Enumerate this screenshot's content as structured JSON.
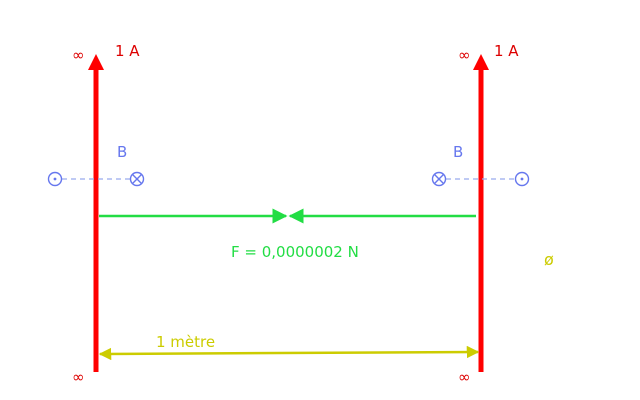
{
  "labels": {
    "current_left": "1 A",
    "current_right": "1 A",
    "infinity_top_left": "∞",
    "infinity_top_right": "∞",
    "infinity_bottom_left": "∞",
    "infinity_bottom_right": "∞",
    "field_left": "B",
    "field_right": "B",
    "force": "F = 0,0000002 N",
    "distance": "1 mètre",
    "diameter": "ø"
  },
  "colors": {
    "wire": "#ff0000",
    "infinity": "#dd0000",
    "current_label": "#dd0000",
    "field": "#6677ee",
    "force": "#22dd44",
    "distance": "#cccc00",
    "diameter": "#cccc00"
  },
  "symbols": {
    "out_of_page": "circle-dot-icon",
    "into_page": "circle-cross-icon"
  }
}
